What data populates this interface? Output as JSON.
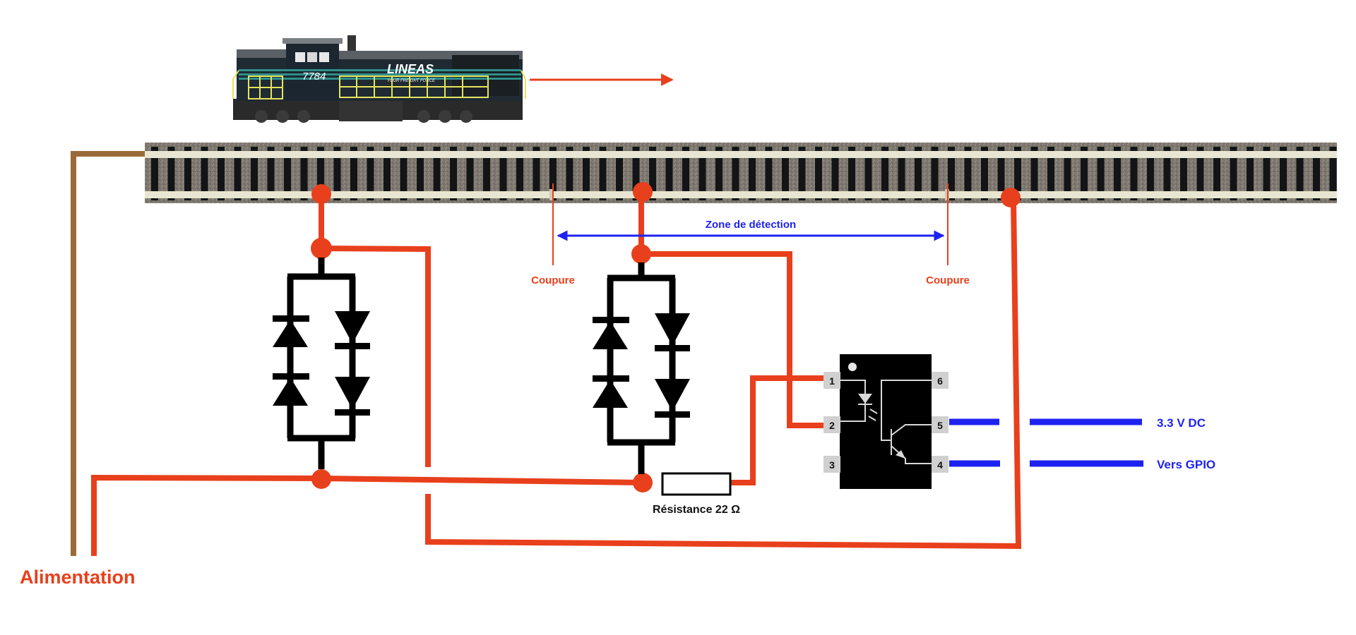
{
  "title": "Détection d'occupation de voie par optocoupleur",
  "colors": {
    "wire_red": "#E8401C",
    "wire_brown": "#9A6B38",
    "signal_blue": "#1E22F0",
    "component_black": "#000000",
    "pin_grey": "#D0D0D0",
    "rail": "#E8E6D2",
    "ballast": "#7A746C"
  },
  "locomotive": {
    "number": "7784",
    "brand": "LINEAS",
    "slogan": "YOUR FREIGHT FORCE",
    "direction": "right"
  },
  "labels": {
    "detection_zone": "Zone de détection",
    "cut_left": "Coupure",
    "cut_right": "Coupure",
    "resistor": "Résistance 22 Ω",
    "power_supply": "Alimentation",
    "vcc": "3.3 V DC",
    "gpio": "Vers GPIO"
  },
  "optocoupler": {
    "pins_left": [
      "1",
      "2",
      "3"
    ],
    "pins_right": [
      "6",
      "5",
      "4"
    ]
  },
  "components": {
    "diode_bridges": 2,
    "resistor_value": "22 Ω"
  }
}
